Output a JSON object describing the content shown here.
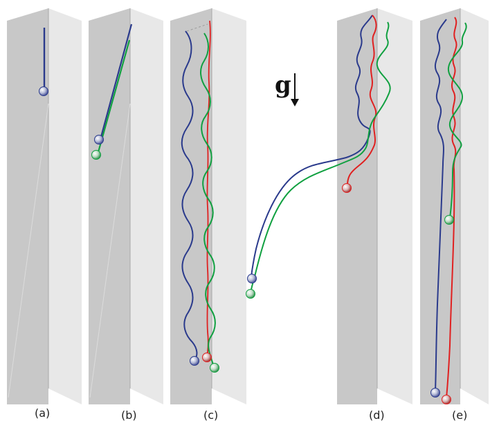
{
  "labels": {
    "a": "(a)",
    "b": "(b)",
    "c": "(c)",
    "d": "(d)",
    "e": "(e)",
    "gravity": "g"
  },
  "colors": {
    "wall_left": "#c8c8c8",
    "wall_right": "#e6e6e6",
    "wall_edge": "#9a9a9a",
    "blue": "#2a3a8c",
    "green": "#10a040",
    "red": "#e02020"
  }
}
